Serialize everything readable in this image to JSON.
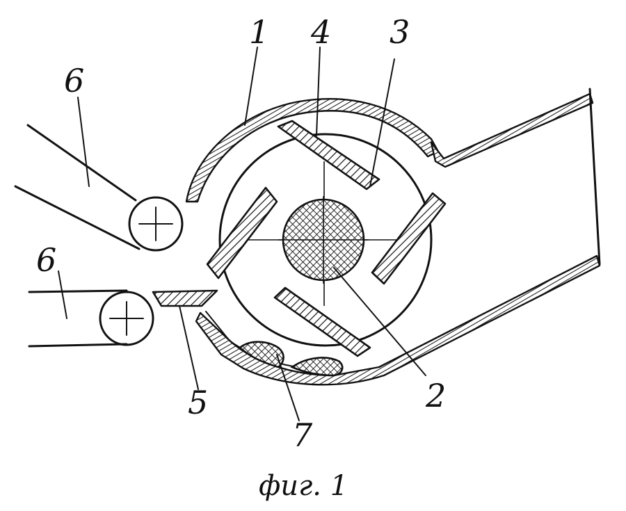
{
  "figure": {
    "caption": "фиг. 1",
    "labels": {
      "housing": "1",
      "shaft": "2",
      "rotor": "3",
      "blade": "4",
      "knife": "5",
      "roller_top": "6",
      "roller_bottom": "6",
      "deposit": "7"
    }
  }
}
